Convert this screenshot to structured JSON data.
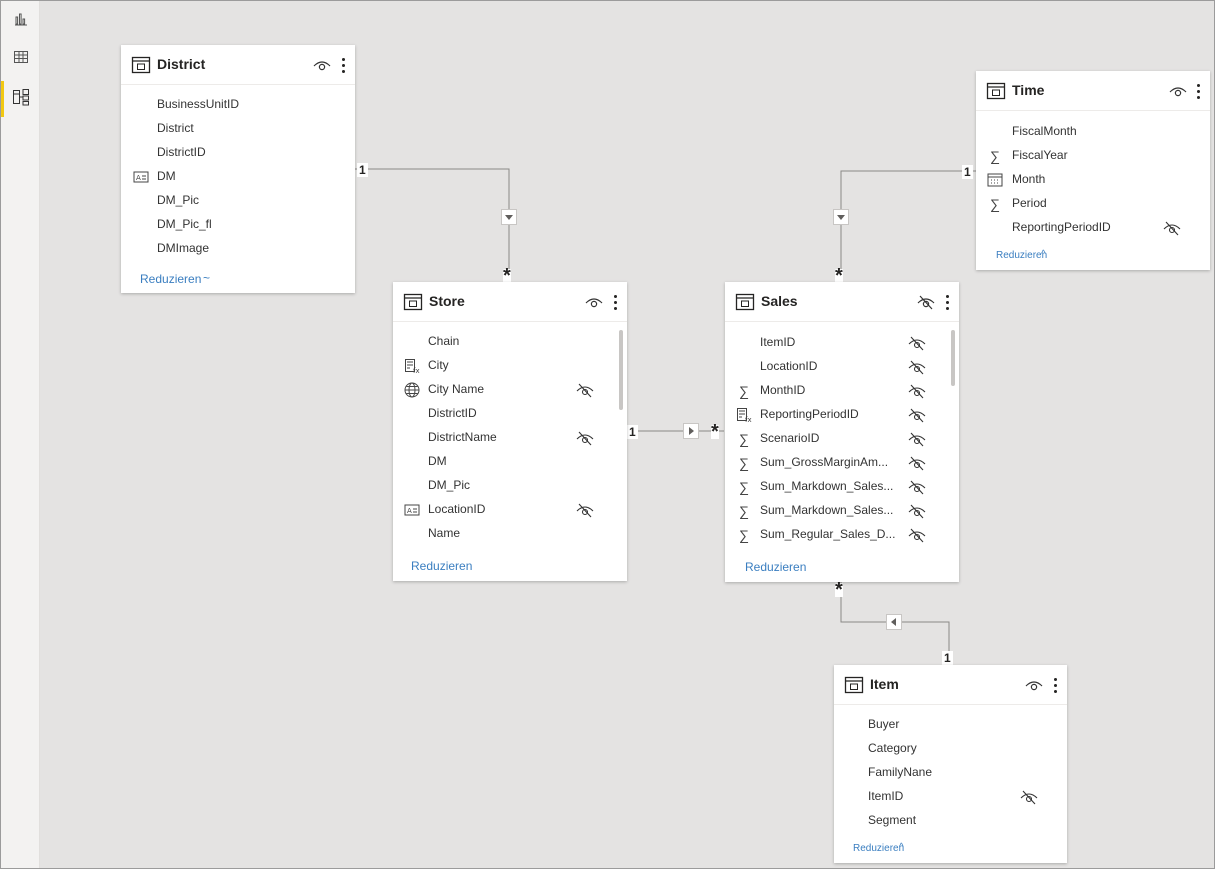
{
  "rail": {
    "items": [
      {
        "name": "report-view",
        "icon": "bar-chart-icon"
      },
      {
        "name": "data-view",
        "icon": "table-grid-icon"
      },
      {
        "name": "model-view",
        "icon": "model-diagram-icon",
        "active": true
      }
    ]
  },
  "tables": {
    "district": {
      "title": "District",
      "fields": [
        "BusinessUnitID",
        "District",
        "DistrictID",
        "DM",
        "DM_Pic",
        "DM_Pic_fl",
        "DMImage"
      ],
      "collapse": "Reduzieren"
    },
    "store": {
      "title": "Store",
      "fields": [
        "Chain",
        "City",
        "City Name",
        "DistrictID",
        "DistrictName",
        "DM",
        "DM_Pic",
        "LocationID",
        "Name"
      ],
      "collapse": "Reduzieren"
    },
    "sales": {
      "title": "Sales",
      "fields": [
        "ItemID",
        "LocationID",
        "MonthID",
        "ReportingPeriodID",
        "ScenarioID",
        "Sum_GrossMarginAm...",
        "Sum_Markdown_Sales...",
        "Sum_Markdown_Sales...",
        "Sum_Regular_Sales_D..."
      ],
      "collapse": "Reduzieren"
    },
    "time": {
      "title": "Time",
      "fields": [
        "FiscalMonth",
        "FiscalYear",
        "Month",
        "Period",
        "ReportingPeriodID"
      ],
      "collapse": "Reduzieren"
    },
    "item": {
      "title": "Item",
      "fields": [
        "Buyer",
        "Category",
        "FamilyNane",
        "ItemID",
        "Segment"
      ],
      "collapse": "Reduzieren"
    }
  },
  "relationships": [
    {
      "from": "District",
      "to": "Store",
      "one": "1",
      "many": "*"
    },
    {
      "from": "Store",
      "to": "Sales",
      "one": "1",
      "many": "*"
    },
    {
      "from": "Time",
      "to": "Sales",
      "one": "1",
      "many": "*"
    },
    {
      "from": "Item",
      "to": "Sales",
      "one": "1",
      "many": "*"
    }
  ],
  "colors": {
    "accent": "#f2c811",
    "link": "#3a7ec0",
    "canvas": "#e4e3e2"
  }
}
